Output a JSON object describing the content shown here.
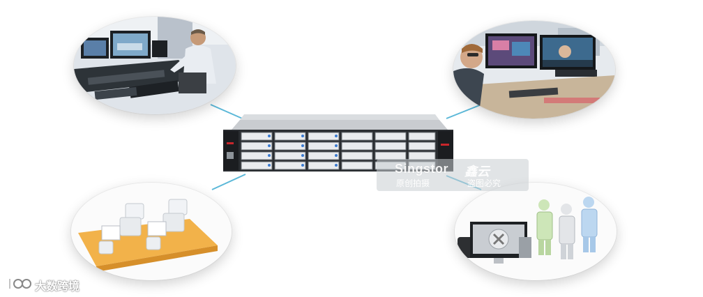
{
  "watermark": {
    "brand": "Singstor",
    "brand_cn": "鑫云",
    "caption_left": "原创拍摄",
    "caption_right": "盗图必究"
  },
  "logo": {
    "text": "大数跨境"
  },
  "colors": {
    "connector": "#5bb8d8",
    "server_body": "#2a2d31",
    "server_top": "#c9ccd0",
    "accent_red": "#c8262b",
    "desk_orange": "#f2b24a"
  },
  "icons": {
    "server": "rack-server-icon",
    "logo_mark": "logo-mark-icon"
  }
}
